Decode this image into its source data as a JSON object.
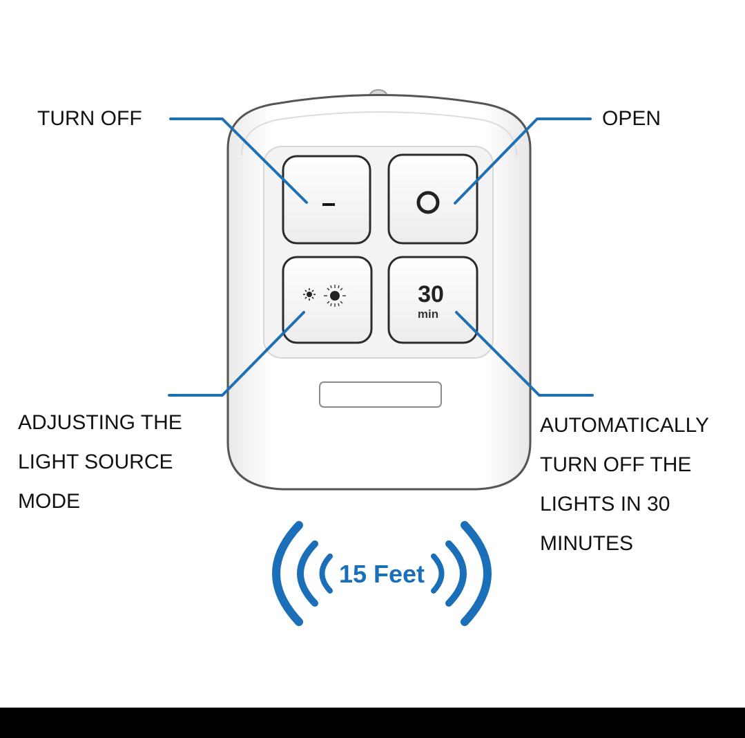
{
  "labels": {
    "turn_off": "TURN OFF",
    "open": "OPEN",
    "adjust": [
      "ADJUSTING THE",
      "LIGHT SOURCE",
      "MODE"
    ],
    "auto_off": [
      "AUTOMATICALLY",
      "TURN OFF THE",
      "LIGHTS IN 30",
      "MINUTES"
    ]
  },
  "buttons": {
    "off_symbol": "–",
    "timer_value": "30",
    "timer_unit": "min"
  },
  "range": {
    "text": "15 Feet"
  },
  "colors": {
    "leader_line": "#1f6fb4",
    "range_waves": "#1a6fb8",
    "remote_body": "#ffffff",
    "remote_outline": "#555555",
    "button_fill": "#f7f7f7",
    "background": "#ffffff",
    "bottom_bar": "#000000"
  },
  "icons": [
    "minus-icon",
    "circle-icon",
    "brightness-icon",
    "signal-wave-icon"
  ]
}
